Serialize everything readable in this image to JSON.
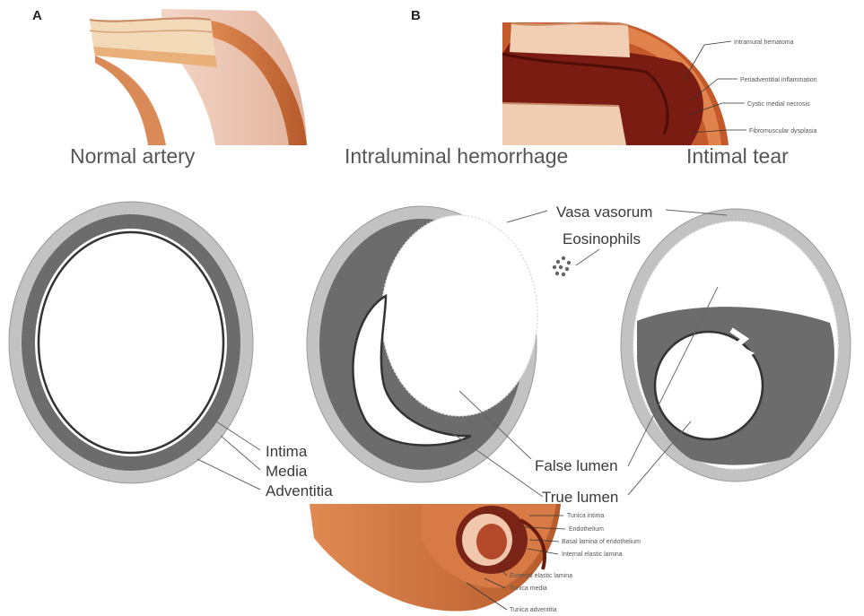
{
  "panels": {
    "a": "A",
    "b": "B"
  },
  "titles": {
    "normal": "Normal artery",
    "hemorrhage": "Intraluminal hemorrhage",
    "tear": "Intimal tear"
  },
  "labels": {
    "intima": "Intima",
    "media": "Media",
    "adventitia": "Adventitia",
    "vasa_vasorum": "Vasa vasorum",
    "eosinophils": "Eosinophils",
    "false_lumen": "False  lumen",
    "true_lumen": "True lumen"
  },
  "panel_b_labels": [
    "Intramural hematoma",
    "Periadventitial inflammation",
    "Cystic medial necrosis",
    "Fibromuscular dysplasia"
  ],
  "anatomy_labels": [
    "Tunica intima",
    "Endothelium",
    "Basal lamina of endothelium",
    "Internal elastic lamina",
    "External elastic lamina",
    "Tunica media",
    "Tunica adventitia"
  ],
  "colors": {
    "adventitia": "#c2c2c2",
    "media": "#6c6c6c",
    "vessel_tissue": "#c86a35",
    "hematoma": "#7a1c12"
  }
}
